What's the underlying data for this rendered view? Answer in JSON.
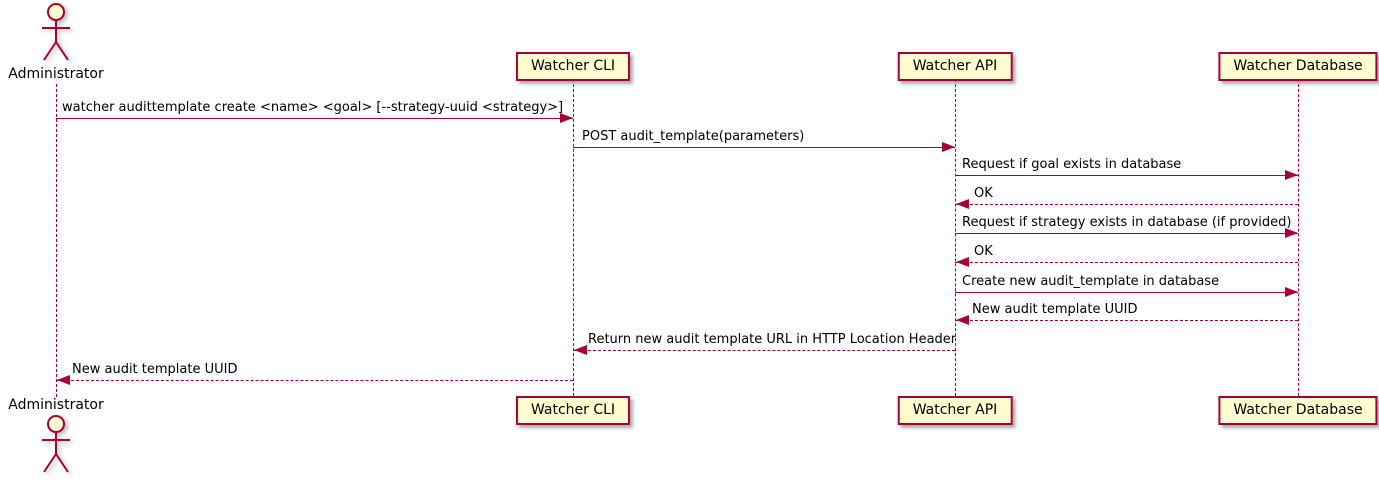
{
  "diagram": {
    "type": "sequence-diagram",
    "colors": {
      "line": "#A80036",
      "participant_fill": "#FEFECE",
      "text": "#000000",
      "background": "#FFFFFF"
    },
    "actor": {
      "name": "Administrator"
    },
    "participants": [
      {
        "label": "Watcher CLI"
      },
      {
        "label": "Watcher API"
      },
      {
        "label": "Watcher Database"
      }
    ],
    "messages": [
      {
        "from": "Administrator",
        "to": "Watcher CLI",
        "style": "solid",
        "label": "watcher audittemplate create <name> <goal> [--strategy-uuid <strategy>]"
      },
      {
        "from": "Watcher CLI",
        "to": "Watcher API",
        "style": "solid",
        "label": "POST audit_template(parameters)"
      },
      {
        "from": "Watcher API",
        "to": "Watcher Database",
        "style": "solid",
        "label": "Request if goal exists in database"
      },
      {
        "from": "Watcher Database",
        "to": "Watcher API",
        "style": "dashed",
        "label": "OK"
      },
      {
        "from": "Watcher API",
        "to": "Watcher Database",
        "style": "solid",
        "label": "Request if strategy exists in database (if provided)"
      },
      {
        "from": "Watcher Database",
        "to": "Watcher API",
        "style": "dashed",
        "label": "OK"
      },
      {
        "from": "Watcher API",
        "to": "Watcher Database",
        "style": "solid",
        "label": "Create new audit_template in database"
      },
      {
        "from": "Watcher Database",
        "to": "Watcher API",
        "style": "dashed",
        "label": "New audit template UUID"
      },
      {
        "from": "Watcher API",
        "to": "Watcher CLI",
        "style": "dashed",
        "label": "Return new audit template URL in HTTP Location Header"
      },
      {
        "from": "Watcher CLI",
        "to": "Administrator",
        "style": "dashed",
        "label": "New audit template UUID"
      }
    ]
  }
}
